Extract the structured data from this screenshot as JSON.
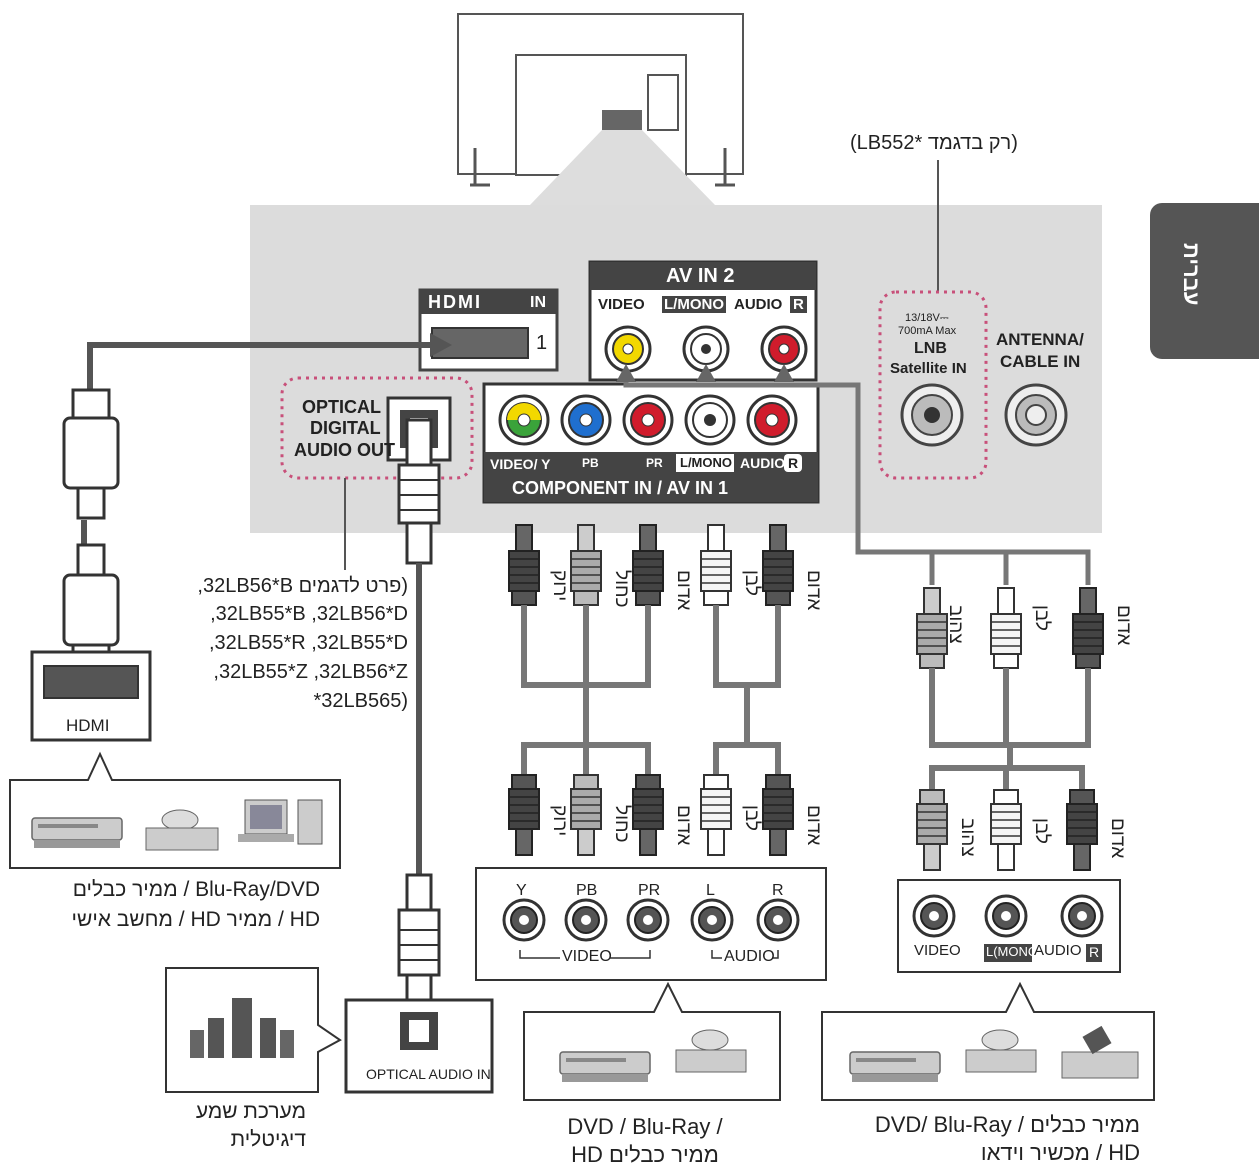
{
  "language_tab": "עברית",
  "satellite_note": "(רק בדגמד *LB552)",
  "hdmi_panel": {
    "logo": "HDMI",
    "in": "IN",
    "port_num": "1"
  },
  "optical_out": [
    "OPTICAL",
    "DIGITAL",
    "AUDIO OUT"
  ],
  "optical_models": [
    "(פרט לדגמים 32LB56*B,",
    "32LB55*B ,32LB56*D,",
    "32LB55*R ,32LB55*D,",
    "32LB55*Z ,32LB56*Z,",
    "(32LB565*"
  ],
  "av_in2": {
    "title": "AV IN 2",
    "video": "VIDEO",
    "lmono": "L/MONO",
    "audio": "AUDIO",
    "r": "R"
  },
  "component_in": {
    "title": "COMPONENT IN / AV IN 1",
    "video_y": "VIDEO/ Y",
    "pb": "PB",
    "pr": "PR",
    "lmono": "L/MONO",
    "audio": "AUDIO",
    "r": "R"
  },
  "lnb": {
    "spec1": "13/18V⎓",
    "spec2": "700mA Max",
    "label1": "LNB",
    "label2": "Satellite IN"
  },
  "antenna": {
    "label1": "ANTENNA/",
    "label2": "CABLE IN"
  },
  "colors": {
    "green": "ירוק",
    "blue": "כחול",
    "red": "אדום",
    "white": "לבן",
    "yellow": "צהוב"
  },
  "hdmi_device_label": "HDMI",
  "hdmi_caption": [
    "Blu-Ray/DVD / ממיר כבלים",
    "HD / ממיר HD / מחשב אישי"
  ],
  "component_box": {
    "y": "Y",
    "pb": "PB",
    "pr": "PR",
    "l": "L",
    "r": "R",
    "video": "VIDEO",
    "audio": "AUDIO"
  },
  "av_box": {
    "video": "VIDEO",
    "lmono": "L(MONO)",
    "audio": "AUDIO",
    "r": "R"
  },
  "optical_in_label": "OPTICAL AUDIO IN",
  "sound_caption": [
    "מערכת שמע",
    "דיגיטלית"
  ],
  "component_caption": [
    "/ DVD / Blu-Ray",
    "ממיר כבלים HD"
  ],
  "av_caption": [
    "ממיר כבלים / DVD/ Blu-Ray",
    "HD / מכשיר וידאו"
  ]
}
